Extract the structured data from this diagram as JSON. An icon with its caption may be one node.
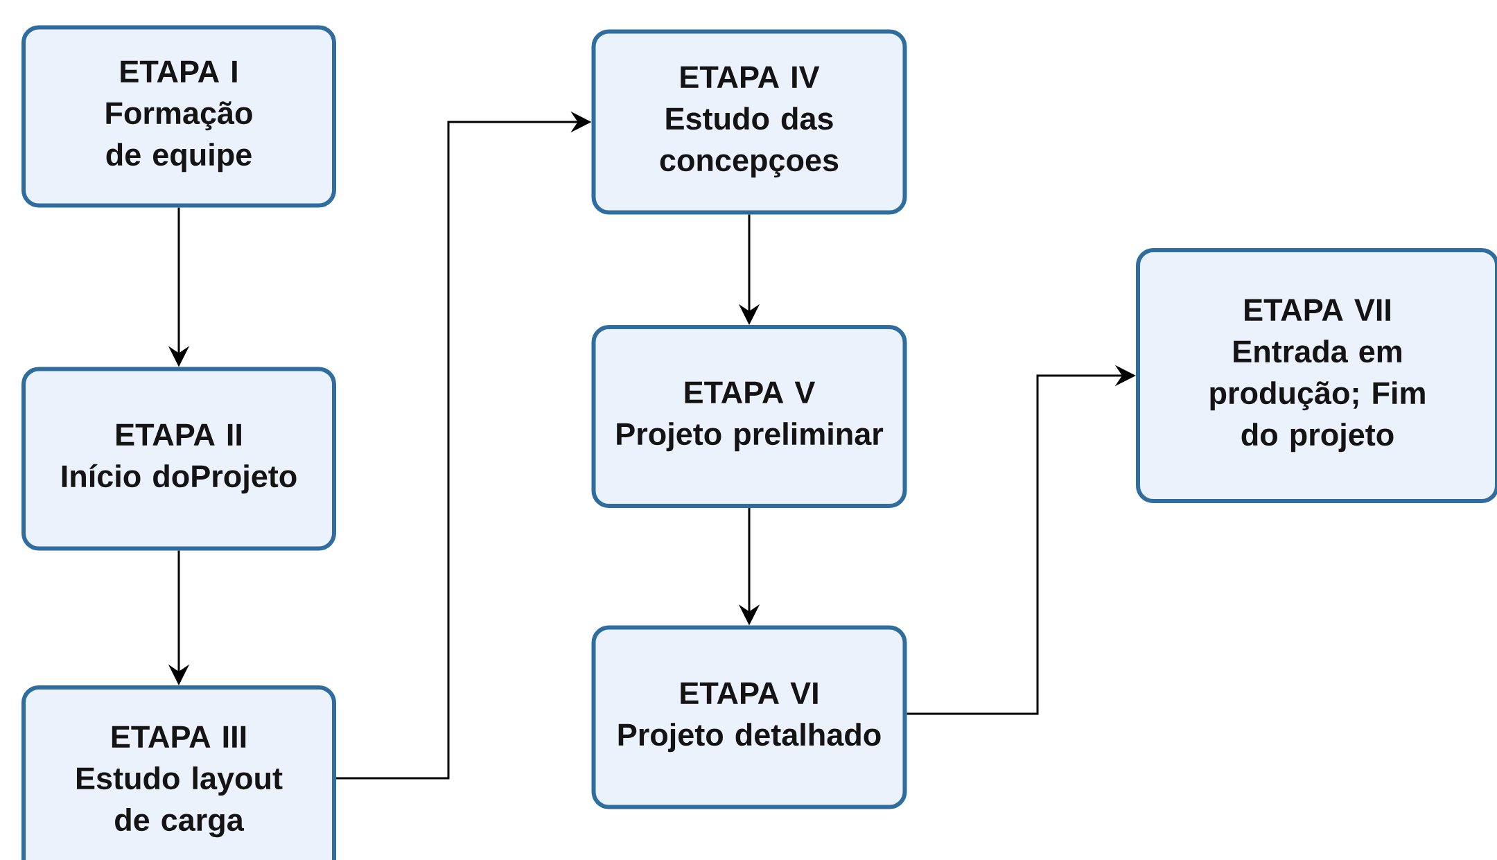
{
  "diagram": {
    "nodes": [
      {
        "text": [
          "ETAPA I",
          "Formação de equipe"
        ]
      },
      {
        "text": [
          "ETAPA II",
          "Início doProjeto"
        ]
      },
      {
        "text": [
          "ETAPA III",
          "Estudo layout de carga"
        ]
      },
      {
        "text": [
          "ETAPA IV",
          "Estudo das concepçoes"
        ]
      },
      {
        "text": [
          "ETAPA V",
          "Projeto preliminar"
        ]
      },
      {
        "text": [
          "ETAPA VI",
          "Projeto detalhado"
        ]
      },
      {
        "text": [
          "ETAPA VII",
          "Entrada em produção; Fim do projeto"
        ]
      }
    ],
    "edges": [
      {
        "from": 0,
        "to": 1,
        "arrow": "to"
      },
      {
        "from": 1,
        "to": 2,
        "arrow": "to"
      },
      {
        "from": 2,
        "to": 3,
        "arrow": "to"
      },
      {
        "from": 3,
        "to": 4,
        "arrow": "to"
      },
      {
        "from": 4,
        "to": 5,
        "arrow": "to"
      },
      {
        "from": 5,
        "to": 6,
        "arrow": "to"
      }
    ]
  }
}
